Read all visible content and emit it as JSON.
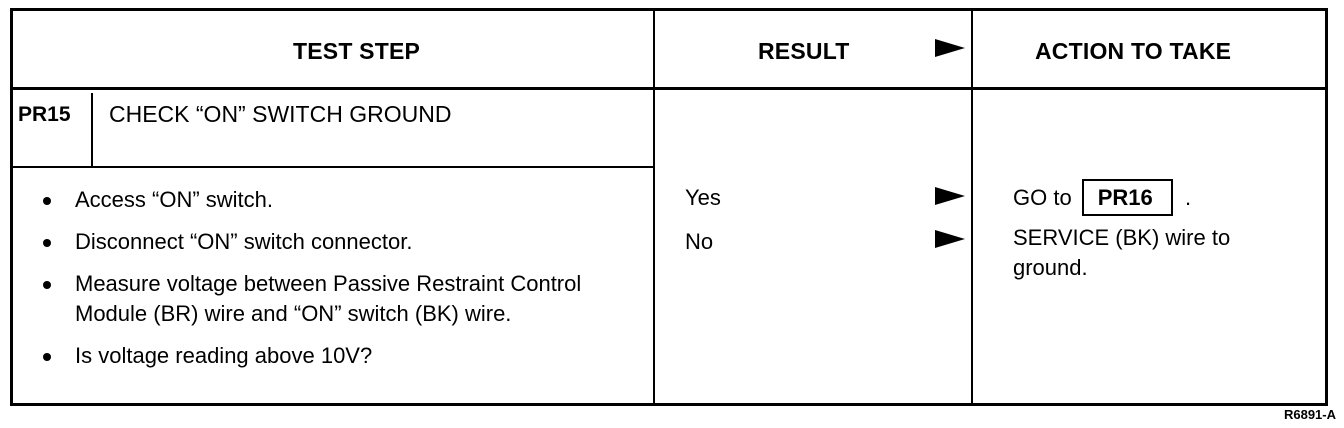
{
  "header": {
    "test_step": "TEST STEP",
    "result": "RESULT",
    "action": "ACTION TO TAKE"
  },
  "step": {
    "id": "PR15",
    "title": "CHECK “ON” SWITCH GROUND"
  },
  "bullets": [
    "Access “ON” switch.",
    "Disconnect “ON” switch connector.",
    "Measure voltage between Passive Restraint Control Module (BR) wire and “ON” switch (BK) wire.",
    "Is voltage reading above 10V?"
  ],
  "results": {
    "yes": "Yes",
    "no": "No"
  },
  "actions": {
    "yes_prefix": "GO to",
    "yes_target": "PR16",
    "yes_suffix": ".",
    "no_text": "SERVICE (BK) wire to ground."
  },
  "figure_code": "R6891-A"
}
